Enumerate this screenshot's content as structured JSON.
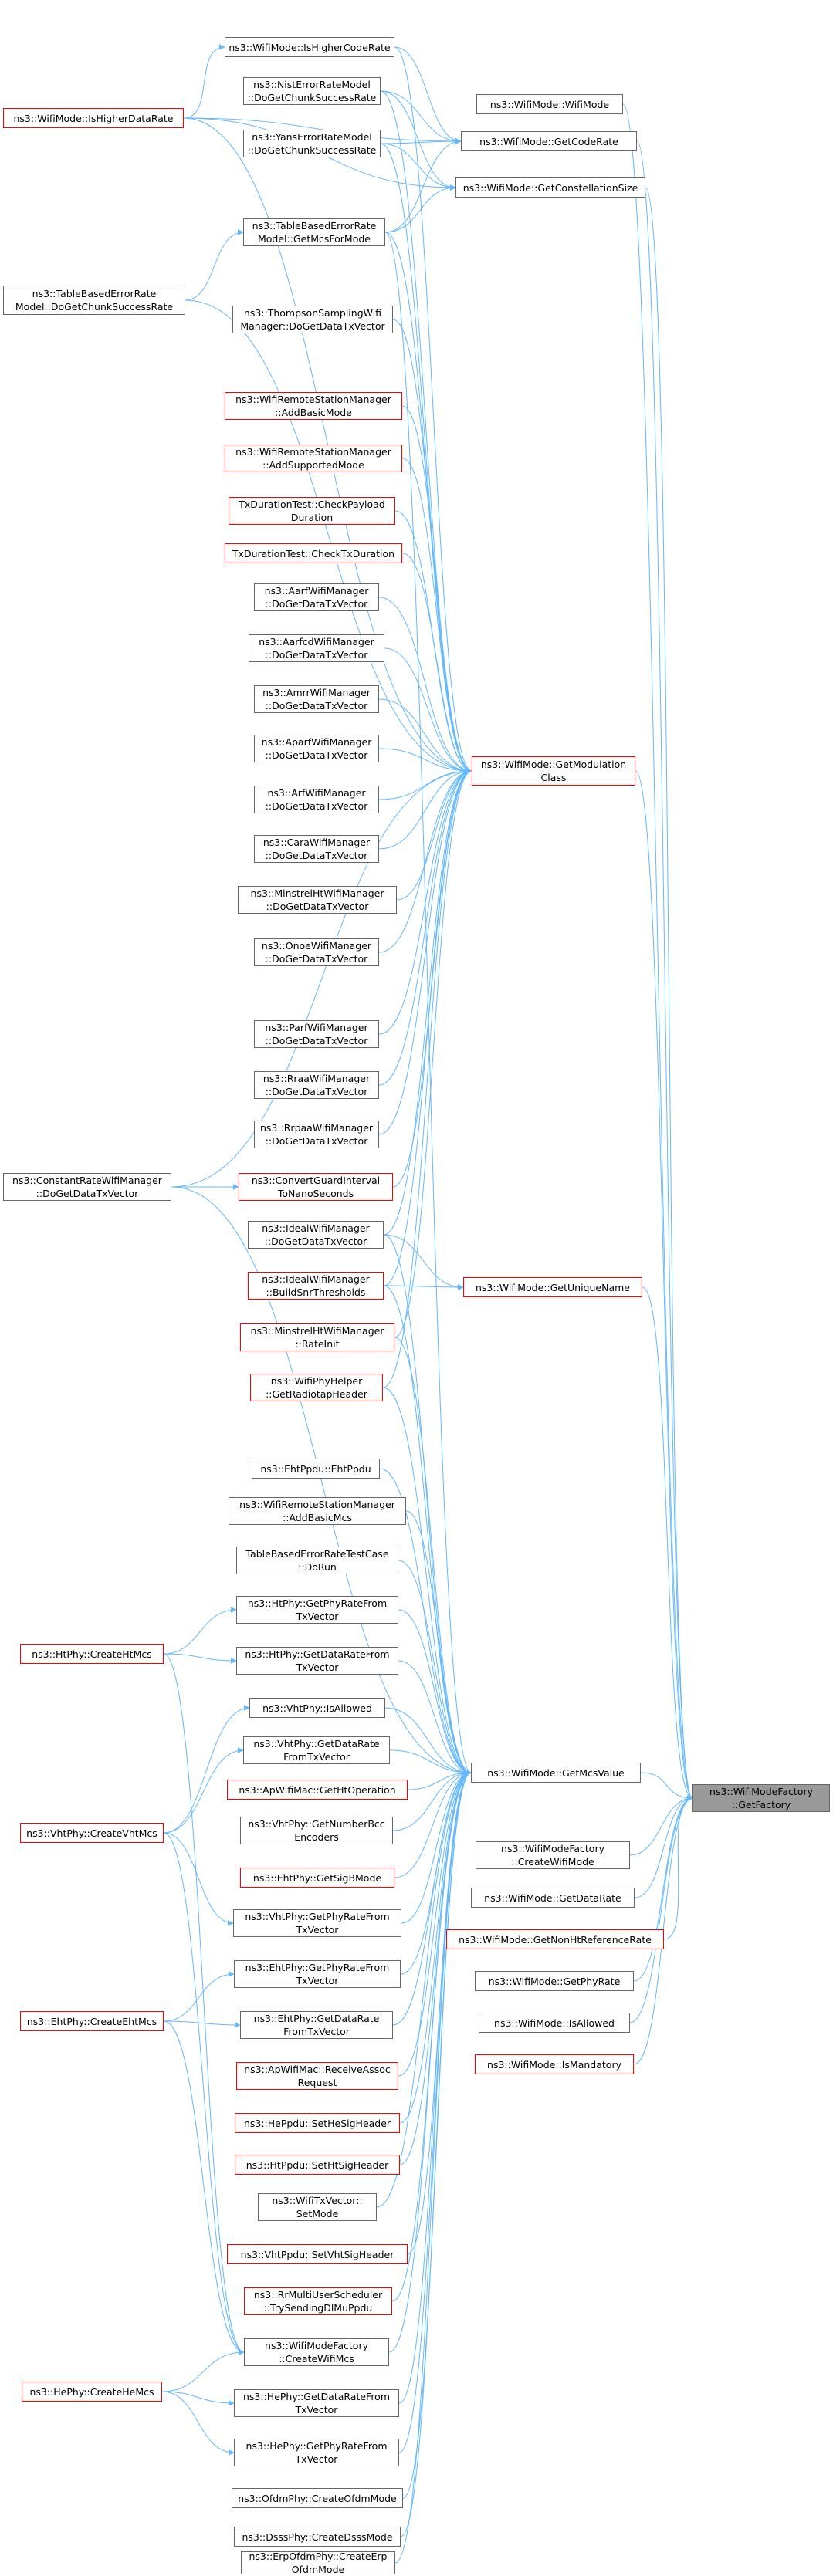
{
  "colors": {
    "edge": "#63b8ff",
    "box_border": "#666666",
    "box_border_truncated": "#ff0000",
    "focus_fill": "#999999",
    "background": "#ffffff"
  },
  "nodes": [
    {
      "id": "getfactory",
      "lines": [
        "ns3::WifiModeFactory",
        "::GetFactory"
      ],
      "style": "focus"
    },
    {
      "id": "wifimode",
      "lines": [
        "ns3::WifiMode::WifiMode"
      ],
      "style": "normal"
    },
    {
      "id": "getcoderate",
      "lines": [
        "ns3::WifiMode::GetCodeRate"
      ],
      "style": "normal"
    },
    {
      "id": "getconstsize",
      "lines": [
        "ns3::WifiMode::GetConstellationSize"
      ],
      "style": "normal"
    },
    {
      "id": "getmodclass",
      "lines": [
        "ns3::WifiMode::GetModulation",
        "Class"
      ],
      "style": "red"
    },
    {
      "id": "getuniquename",
      "lines": [
        "ns3::WifiMode::GetUniqueName"
      ],
      "style": "red"
    },
    {
      "id": "getmcsvalue",
      "lines": [
        "ns3::WifiMode::GetMcsValue"
      ],
      "style": "normal"
    },
    {
      "id": "createwifimode",
      "lines": [
        "ns3::WifiModeFactory",
        "::CreateWifiMode"
      ],
      "style": "normal"
    },
    {
      "id": "getdatarate",
      "lines": [
        "ns3::WifiMode::GetDataRate"
      ],
      "style": "normal"
    },
    {
      "id": "getnonht",
      "lines": [
        "ns3::WifiMode::GetNonHtReferenceRate"
      ],
      "style": "red"
    },
    {
      "id": "getphyrate",
      "lines": [
        "ns3::WifiMode::GetPhyRate"
      ],
      "style": "normal"
    },
    {
      "id": "isallowed",
      "lines": [
        "ns3::WifiMode::IsAllowed"
      ],
      "style": "normal"
    },
    {
      "id": "ismandatory",
      "lines": [
        "ns3::WifiMode::IsMandatory"
      ],
      "style": "red"
    },
    {
      "id": "ishighercoderate",
      "lines": [
        "ns3::WifiMode::IsHigherCodeRate"
      ],
      "style": "normal"
    },
    {
      "id": "nisterror",
      "lines": [
        "ns3::NistErrorRateModel",
        "::DoGetChunkSuccessRate"
      ],
      "style": "normal"
    },
    {
      "id": "yanserror",
      "lines": [
        "ns3::YansErrorRateModel",
        "::DoGetChunkSuccessRate"
      ],
      "style": "normal"
    },
    {
      "id": "tablemcs",
      "lines": [
        "ns3::TableBasedErrorRate",
        "Model::GetMcsForMode"
      ],
      "style": "normal"
    },
    {
      "id": "thompson",
      "lines": [
        "ns3::ThompsonSamplingWifi",
        "Manager::DoGetDataTxVector"
      ],
      "style": "normal"
    },
    {
      "id": "addbasicmode",
      "lines": [
        "ns3::WifiRemoteStationManager",
        "::AddBasicMode"
      ],
      "style": "red"
    },
    {
      "id": "addsupportedmode",
      "lines": [
        "ns3::WifiRemoteStationManager",
        "::AddSupportedMode"
      ],
      "style": "red"
    },
    {
      "id": "checkpayload",
      "lines": [
        "TxDurationTest::CheckPayload",
        "Duration"
      ],
      "style": "red"
    },
    {
      "id": "checktxduration",
      "lines": [
        "TxDurationTest::CheckTxDuration"
      ],
      "style": "red"
    },
    {
      "id": "aarf",
      "lines": [
        "ns3::AarfWifiManager",
        "::DoGetDataTxVector"
      ],
      "style": "normal"
    },
    {
      "id": "aarfcd",
      "lines": [
        "ns3::AarfcdWifiManager",
        "::DoGetDataTxVector"
      ],
      "style": "normal"
    },
    {
      "id": "amrr",
      "lines": [
        "ns3::AmrrWifiManager",
        "::DoGetDataTxVector"
      ],
      "style": "normal"
    },
    {
      "id": "aparf",
      "lines": [
        "ns3::AparfWifiManager",
        "::DoGetDataTxVector"
      ],
      "style": "normal"
    },
    {
      "id": "arf",
      "lines": [
        "ns3::ArfWifiManager",
        "::DoGetDataTxVector"
      ],
      "style": "normal"
    },
    {
      "id": "cara",
      "lines": [
        "ns3::CaraWifiManager",
        "::DoGetDataTxVector"
      ],
      "style": "normal"
    },
    {
      "id": "minstrelht",
      "lines": [
        "ns3::MinstrelHtWifiManager",
        "::DoGetDataTxVector"
      ],
      "style": "normal"
    },
    {
      "id": "onoe",
      "lines": [
        "ns3::OnoeWifiManager",
        "::DoGetDataTxVector"
      ],
      "style": "normal"
    },
    {
      "id": "parf",
      "lines": [
        "ns3::ParfWifiManager",
        "::DoGetDataTxVector"
      ],
      "style": "normal"
    },
    {
      "id": "rraa",
      "lines": [
        "ns3::RraaWifiManager",
        "::DoGetDataTxVector"
      ],
      "style": "normal"
    },
    {
      "id": "rrpaa",
      "lines": [
        "ns3::RrpaaWifiManager",
        "::DoGetDataTxVector"
      ],
      "style": "normal"
    },
    {
      "id": "convertgi",
      "lines": [
        "ns3::ConvertGuardInterval",
        "ToNanoSeconds"
      ],
      "style": "red"
    },
    {
      "id": "idealdata",
      "lines": [
        "ns3::IdealWifiManager",
        "::DoGetDataTxVector"
      ],
      "style": "normal"
    },
    {
      "id": "idealsnr",
      "lines": [
        "ns3::IdealWifiManager",
        "::BuildSnrThresholds"
      ],
      "style": "red"
    },
    {
      "id": "minstrelinit",
      "lines": [
        "ns3::MinstrelHtWifiManager",
        "::RateInit"
      ],
      "style": "red"
    },
    {
      "id": "radiotap",
      "lines": [
        "ns3::WifiPhyHelper",
        "::GetRadiotapHeader"
      ],
      "style": "red"
    },
    {
      "id": "ishigherdatarate",
      "lines": [
        "ns3::WifiMode::IsHigherDataRate"
      ],
      "style": "red"
    },
    {
      "id": "tablechunk",
      "lines": [
        "ns3::TableBasedErrorRate",
        "Model::DoGetChunkSuccessRate"
      ],
      "style": "normal"
    },
    {
      "id": "constantrate",
      "lines": [
        "ns3::ConstantRateWifiManager",
        "::DoGetDataTxVector"
      ],
      "style": "normal"
    },
    {
      "id": "ehtppdu",
      "lines": [
        "ns3::EhtPpdu::EhtPpdu"
      ],
      "style": "normal"
    },
    {
      "id": "addbasicmcs",
      "lines": [
        "ns3::WifiRemoteStationManager",
        "::AddBasicMcs"
      ],
      "style": "normal"
    },
    {
      "id": "tabletest",
      "lines": [
        "TableBasedErrorRateTestCase",
        "::DoRun"
      ],
      "style": "normal"
    },
    {
      "id": "htphyrate",
      "lines": [
        "ns3::HtPhy::GetPhyRateFrom",
        "TxVector"
      ],
      "style": "normal"
    },
    {
      "id": "htdatarate",
      "lines": [
        "ns3::HtPhy::GetDataRateFrom",
        "TxVector"
      ],
      "style": "normal"
    },
    {
      "id": "vhtallowed",
      "lines": [
        "ns3::VhtPhy::IsAllowed"
      ],
      "style": "normal"
    },
    {
      "id": "vhtdatarate",
      "lines": [
        "ns3::VhtPhy::GetDataRate",
        "FromTxVector"
      ],
      "style": "normal"
    },
    {
      "id": "apht",
      "lines": [
        "ns3::ApWifiMac::GetHtOperation"
      ],
      "style": "red"
    },
    {
      "id": "vhtbcc",
      "lines": [
        "ns3::VhtPhy::GetNumberBcc",
        "Encoders"
      ],
      "style": "normal"
    },
    {
      "id": "ehtsigb",
      "lines": [
        "ns3::EhtPhy::GetSigBMode"
      ],
      "style": "red"
    },
    {
      "id": "vhtphyrate",
      "lines": [
        "ns3::VhtPhy::GetPhyRateFrom",
        "TxVector"
      ],
      "style": "normal"
    },
    {
      "id": "ehtphyrate",
      "lines": [
        "ns3::EhtPhy::GetPhyRateFrom",
        "TxVector"
      ],
      "style": "normal"
    },
    {
      "id": "ehtdatarate",
      "lines": [
        "ns3::EhtPhy::GetDataRate",
        "FromTxVector"
      ],
      "style": "normal"
    },
    {
      "id": "apassoc",
      "lines": [
        "ns3::ApWifiMac::ReceiveAssoc",
        "Request"
      ],
      "style": "red"
    },
    {
      "id": "hesig",
      "lines": [
        "ns3::HePpdu::SetHeSigHeader"
      ],
      "style": "red"
    },
    {
      "id": "htsig",
      "lines": [
        "ns3::HtPpdu::SetHtSigHeader"
      ],
      "style": "red"
    },
    {
      "id": "txvecset",
      "lines": [
        "ns3::WifiTxVector::",
        "SetMode"
      ],
      "style": "normal"
    },
    {
      "id": "vhtsig",
      "lines": [
        "ns3::VhtPpdu::SetVhtSigHeader"
      ],
      "style": "red"
    },
    {
      "id": "rrmu",
      "lines": [
        "ns3::RrMultiUserScheduler",
        "::TrySendingDlMuPpdu"
      ],
      "style": "red"
    },
    {
      "id": "createwifimcs",
      "lines": [
        "ns3::WifiModeFactory",
        "::CreateWifiMcs"
      ],
      "style": "normal"
    },
    {
      "id": "hedatarate",
      "lines": [
        "ns3::HePhy::GetDataRateFrom",
        "TxVector"
      ],
      "style": "normal"
    },
    {
      "id": "hephyrate",
      "lines": [
        "ns3::HePhy::GetPhyRateFrom",
        "TxVector"
      ],
      "style": "normal"
    },
    {
      "id": "ofdm",
      "lines": [
        "ns3::OfdmPhy::CreateOfdmMode"
      ],
      "style": "normal"
    },
    {
      "id": "dsss",
      "lines": [
        "ns3::DsssPhy::CreateDsssMode"
      ],
      "style": "normal"
    },
    {
      "id": "erpofdm",
      "lines": [
        "ns3::ErpOfdmPhy::CreateErp",
        "OfdmMode"
      ],
      "style": "normal"
    },
    {
      "id": "createhtmcs",
      "lines": [
        "ns3::HtPhy::CreateHtMcs"
      ],
      "style": "red"
    },
    {
      "id": "createvhtmcs",
      "lines": [
        "ns3::VhtPhy::CreateVhtMcs"
      ],
      "style": "red"
    },
    {
      "id": "createehtmcs",
      "lines": [
        "ns3::EhtPhy::CreateEhtMcs"
      ],
      "style": "red"
    },
    {
      "id": "createhemcs",
      "lines": [
        "ns3::HePhy::CreateHeMcs"
      ],
      "style": "red"
    }
  ],
  "edges": [
    [
      "wifimode",
      "getfactory"
    ],
    [
      "getcoderate",
      "getfactory"
    ],
    [
      "getconstsize",
      "getfactory"
    ],
    [
      "getmodclass",
      "getfactory"
    ],
    [
      "getuniquename",
      "getfactory"
    ],
    [
      "getmcsvalue",
      "getfactory"
    ],
    [
      "createwifimode",
      "getfactory"
    ],
    [
      "getdatarate",
      "getfactory"
    ],
    [
      "getnonht",
      "getfactory"
    ],
    [
      "getphyrate",
      "getfactory"
    ],
    [
      "isallowed",
      "getfactory"
    ],
    [
      "ismandatory",
      "getfactory"
    ],
    [
      "ishighercoderate",
      "getcoderate"
    ],
    [
      "nisterror",
      "getcoderate"
    ],
    [
      "yanserror",
      "getcoderate"
    ],
    [
      "tablemcs",
      "getcoderate"
    ],
    [
      "ishigherdatarate",
      "getcoderate"
    ],
    [
      "nisterror",
      "getconstsize"
    ],
    [
      "yanserror",
      "getconstsize"
    ],
    [
      "tablemcs",
      "getconstsize"
    ],
    [
      "ishigherdatarate",
      "getconstsize"
    ],
    [
      "nisterror",
      "getmodclass"
    ],
    [
      "yanserror",
      "getmodclass"
    ],
    [
      "tablemcs",
      "getmodclass"
    ],
    [
      "ishighercoderate",
      "getmodclass"
    ],
    [
      "ishigherdatarate",
      "getmodclass"
    ],
    [
      "thompson",
      "getmodclass"
    ],
    [
      "addbasicmode",
      "getmodclass"
    ],
    [
      "addsupportedmode",
      "getmodclass"
    ],
    [
      "checkpayload",
      "getmodclass"
    ],
    [
      "checktxduration",
      "getmodclass"
    ],
    [
      "aarf",
      "getmodclass"
    ],
    [
      "aarfcd",
      "getmodclass"
    ],
    [
      "amrr",
      "getmodclass"
    ],
    [
      "aparf",
      "getmodclass"
    ],
    [
      "arf",
      "getmodclass"
    ],
    [
      "cara",
      "getmodclass"
    ],
    [
      "minstrelht",
      "getmodclass"
    ],
    [
      "onoe",
      "getmodclass"
    ],
    [
      "parf",
      "getmodclass"
    ],
    [
      "rraa",
      "getmodclass"
    ],
    [
      "rrpaa",
      "getmodclass"
    ],
    [
      "convertgi",
      "getmodclass"
    ],
    [
      "idealdata",
      "getmodclass"
    ],
    [
      "idealsnr",
      "getmodclass"
    ],
    [
      "minstrelinit",
      "getmodclass"
    ],
    [
      "radiotap",
      "getmodclass"
    ],
    [
      "constantrate",
      "getmodclass"
    ],
    [
      "tablechunk",
      "getmodclass"
    ],
    [
      "ishigherdatarate",
      "ishighercoderate"
    ],
    [
      "tablechunk",
      "tablemcs"
    ],
    [
      "constantrate",
      "convertgi"
    ],
    [
      "idealdata",
      "getuniquename"
    ],
    [
      "idealsnr",
      "getuniquename"
    ],
    [
      "tablemcs",
      "getmcsvalue"
    ],
    [
      "idealdata",
      "getmcsvalue"
    ],
    [
      "idealsnr",
      "getmcsvalue"
    ],
    [
      "minstrelinit",
      "getmcsvalue"
    ],
    [
      "radiotap",
      "getmcsvalue"
    ],
    [
      "constantrate",
      "getmcsvalue"
    ],
    [
      "ehtppdu",
      "getmcsvalue"
    ],
    [
      "addbasicmcs",
      "getmcsvalue"
    ],
    [
      "tabletest",
      "getmcsvalue"
    ],
    [
      "htphyrate",
      "getmcsvalue"
    ],
    [
      "htdatarate",
      "getmcsvalue"
    ],
    [
      "vhtallowed",
      "getmcsvalue"
    ],
    [
      "vhtdatarate",
      "getmcsvalue"
    ],
    [
      "apht",
      "getmcsvalue"
    ],
    [
      "vhtbcc",
      "getmcsvalue"
    ],
    [
      "ehtsigb",
      "getmcsvalue"
    ],
    [
      "vhtphyrate",
      "getmcsvalue"
    ],
    [
      "ehtphyrate",
      "getmcsvalue"
    ],
    [
      "ehtdatarate",
      "getmcsvalue"
    ],
    [
      "apassoc",
      "getmcsvalue"
    ],
    [
      "hesig",
      "getmcsvalue"
    ],
    [
      "htsig",
      "getmcsvalue"
    ],
    [
      "txvecset",
      "getmcsvalue"
    ],
    [
      "vhtsig",
      "getmcsvalue"
    ],
    [
      "rrmu",
      "getmcsvalue"
    ],
    [
      "createwifimcs",
      "getmcsvalue"
    ],
    [
      "hedatarate",
      "getmcsvalue"
    ],
    [
      "hephyrate",
      "getmcsvalue"
    ],
    [
      "ofdm",
      "getmcsvalue"
    ],
    [
      "dsss",
      "getmcsvalue"
    ],
    [
      "erpofdm",
      "getmcsvalue"
    ],
    [
      "createhtmcs",
      "htphyrate"
    ],
    [
      "createhtmcs",
      "htdatarate"
    ],
    [
      "createhtmcs",
      "createwifimcs"
    ],
    [
      "createvhtmcs",
      "vhtallowed"
    ],
    [
      "createvhtmcs",
      "vhtdatarate"
    ],
    [
      "createvhtmcs",
      "vhtphyrate"
    ],
    [
      "createvhtmcs",
      "createwifimcs"
    ],
    [
      "createehtmcs",
      "ehtphyrate"
    ],
    [
      "createehtmcs",
      "ehtdatarate"
    ],
    [
      "createehtmcs",
      "createwifimcs"
    ],
    [
      "createhemcs",
      "createwifimcs"
    ],
    [
      "createhemcs",
      "hedatarate"
    ],
    [
      "createhemcs",
      "hephyrate"
    ]
  ]
}
